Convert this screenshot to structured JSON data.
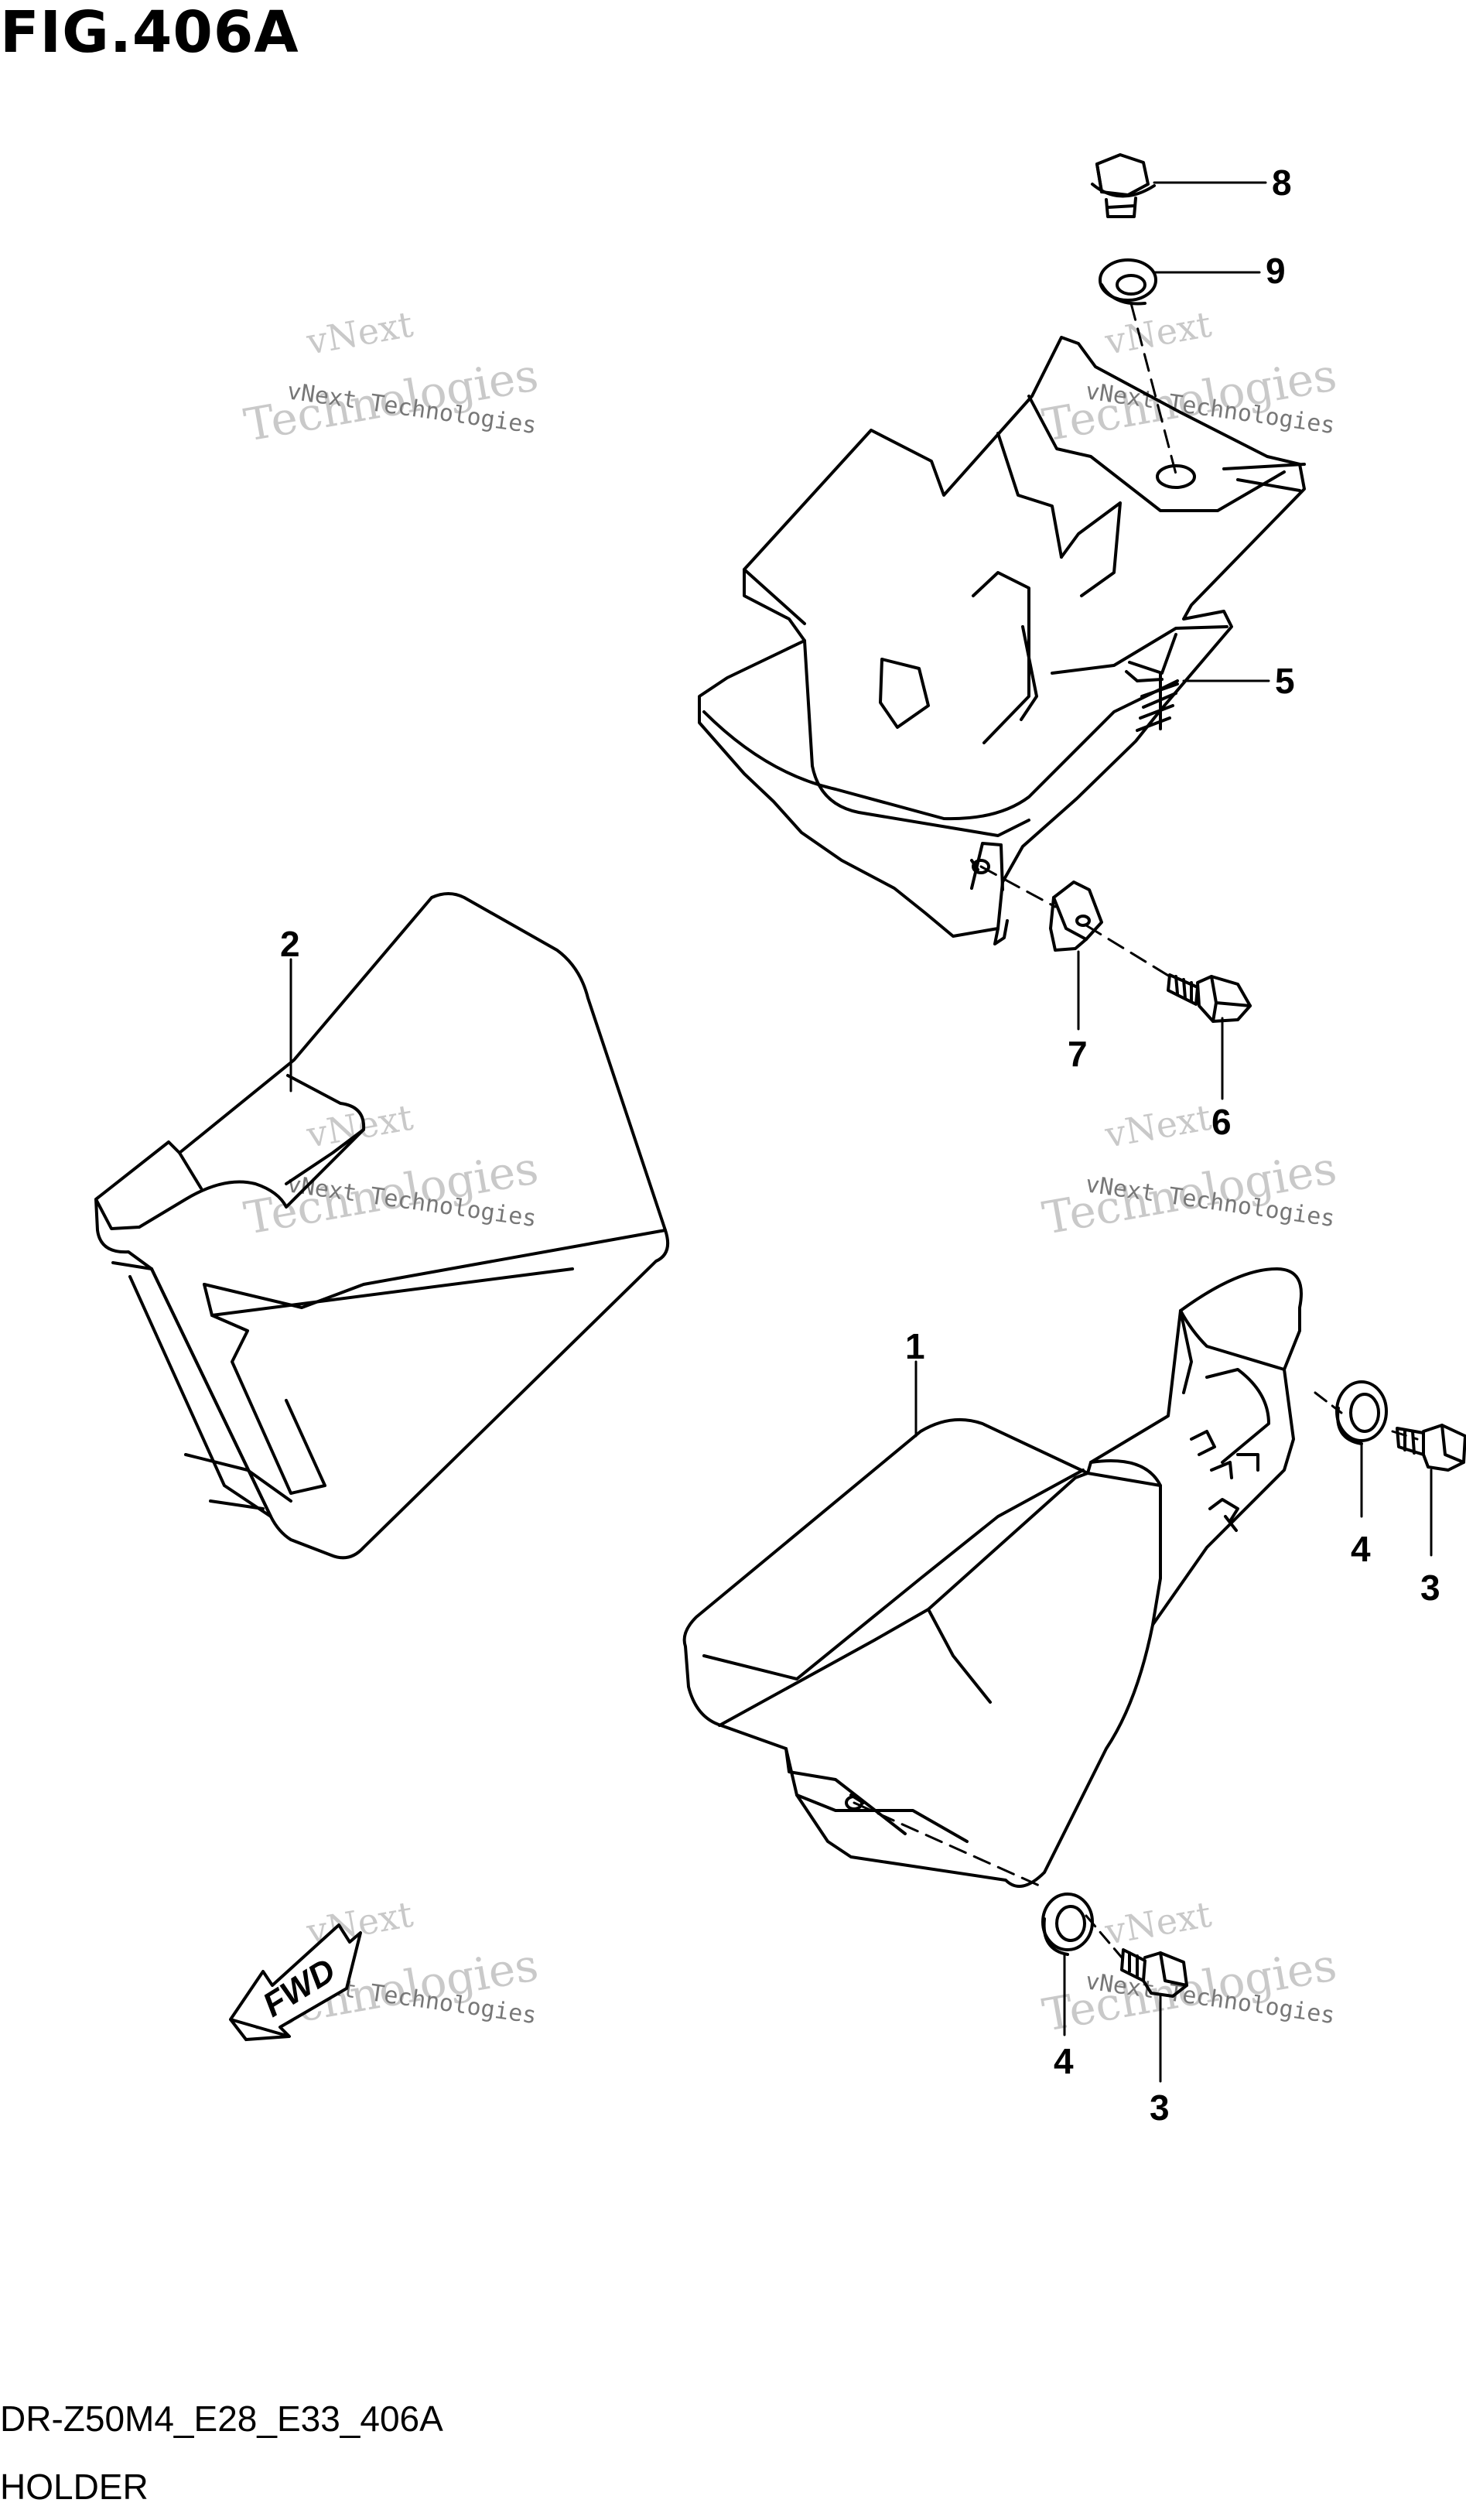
{
  "figure": {
    "title": "FIG.406A",
    "code": "DR-Z50M4_E28_E33_406A",
    "caption": "HOLDER"
  },
  "callouts": {
    "c1": "1",
    "c2": "2",
    "c3a": "3",
    "c3b": "3",
    "c4a": "4",
    "c4b": "4",
    "c5": "5",
    "c6": "6",
    "c7": "7",
    "c8": "8",
    "c9": "9"
  },
  "fwd_label": "FWD",
  "watermark": {
    "line_small": "vNext Technologies",
    "line_big_1": "vNext",
    "line_big_2": "Technologies"
  },
  "colors": {
    "ink": "#000000",
    "watermark": "#c8c8c8",
    "background": "#ffffff"
  }
}
